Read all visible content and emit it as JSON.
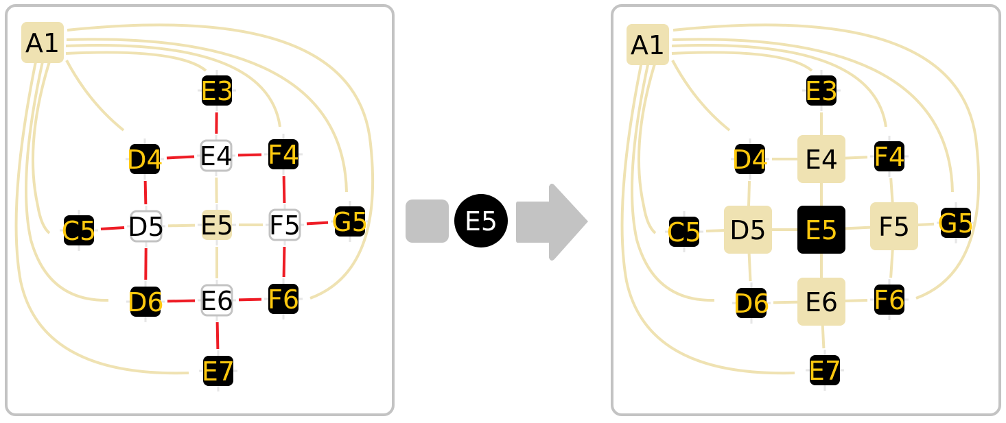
{
  "colors": {
    "beige": "#efe2b2",
    "red": "#ee1c25",
    "black": "#000000",
    "yellow": "#ffc90e",
    "grey": "#c3c3c3"
  },
  "left_panel": {
    "nodes": [
      {
        "id": "A1",
        "label": "A1",
        "style": "beige"
      },
      {
        "id": "E3",
        "label": "E3",
        "style": "black"
      },
      {
        "id": "D4",
        "label": "D4",
        "style": "black"
      },
      {
        "id": "E4",
        "label": "E4",
        "style": "white"
      },
      {
        "id": "F4",
        "label": "F4",
        "style": "black"
      },
      {
        "id": "C5",
        "label": "C5",
        "style": "black"
      },
      {
        "id": "D5",
        "label": "D5",
        "style": "white"
      },
      {
        "id": "E5",
        "label": "E5",
        "style": "beige"
      },
      {
        "id": "F5",
        "label": "F5",
        "style": "white"
      },
      {
        "id": "G5",
        "label": "G5",
        "style": "black"
      },
      {
        "id": "D6",
        "label": "D6",
        "style": "black"
      },
      {
        "id": "E6",
        "label": "E6",
        "style": "white"
      },
      {
        "id": "F6",
        "label": "F6",
        "style": "black"
      },
      {
        "id": "E7",
        "label": "E7",
        "style": "black"
      }
    ],
    "edges": [
      [
        "E3",
        "E4",
        "red"
      ],
      [
        "D4",
        "E4",
        "red"
      ],
      [
        "E4",
        "F4",
        "red"
      ],
      [
        "D4",
        "D5",
        "red"
      ],
      [
        "F4",
        "F5",
        "red"
      ],
      [
        "C5",
        "D5",
        "red"
      ],
      [
        "F5",
        "G5",
        "red"
      ],
      [
        "D5",
        "D6",
        "red"
      ],
      [
        "F5",
        "F6",
        "red"
      ],
      [
        "D6",
        "E6",
        "red"
      ],
      [
        "E6",
        "F6",
        "red"
      ],
      [
        "E6",
        "E7",
        "red"
      ],
      [
        "E4",
        "E5",
        "beige"
      ],
      [
        "D5",
        "E5",
        "beige"
      ],
      [
        "E5",
        "F5",
        "beige"
      ],
      [
        "E5",
        "E6",
        "beige"
      ]
    ]
  },
  "transition": {
    "token_label": "E5"
  },
  "right_panel": {
    "nodes": [
      {
        "id": "A1",
        "label": "A1",
        "style": "beige"
      },
      {
        "id": "E3",
        "label": "E3",
        "style": "black"
      },
      {
        "id": "D4",
        "label": "D4",
        "style": "black"
      },
      {
        "id": "E4",
        "label": "E4",
        "style": "beige"
      },
      {
        "id": "F4",
        "label": "F4",
        "style": "black"
      },
      {
        "id": "C5",
        "label": "C5",
        "style": "black"
      },
      {
        "id": "D5",
        "label": "D5",
        "style": "beige"
      },
      {
        "id": "E5",
        "label": "E5",
        "style": "black"
      },
      {
        "id": "F5",
        "label": "F5",
        "style": "beige"
      },
      {
        "id": "G5",
        "label": "G5",
        "style": "black"
      },
      {
        "id": "D6",
        "label": "D6",
        "style": "black"
      },
      {
        "id": "E6",
        "label": "E6",
        "style": "beige"
      },
      {
        "id": "F6",
        "label": "F6",
        "style": "black"
      },
      {
        "id": "E7",
        "label": "E7",
        "style": "black"
      }
    ],
    "edges": [
      [
        "E3",
        "E4",
        "beige"
      ],
      [
        "D4",
        "E4",
        "beige"
      ],
      [
        "E4",
        "F4",
        "beige"
      ],
      [
        "D4",
        "D5",
        "beige"
      ],
      [
        "F4",
        "F5",
        "beige"
      ],
      [
        "C5",
        "D5",
        "beige"
      ],
      [
        "F5",
        "G5",
        "beige"
      ],
      [
        "D5",
        "D6",
        "beige"
      ],
      [
        "F5",
        "F6",
        "beige"
      ],
      [
        "D6",
        "E6",
        "beige"
      ],
      [
        "E6",
        "F6",
        "beige"
      ],
      [
        "E6",
        "E7",
        "beige"
      ],
      [
        "E4",
        "E5",
        "beige"
      ],
      [
        "D5",
        "E5",
        "beige"
      ],
      [
        "E5",
        "F5",
        "beige"
      ],
      [
        "E5",
        "E6",
        "beige"
      ]
    ]
  }
}
